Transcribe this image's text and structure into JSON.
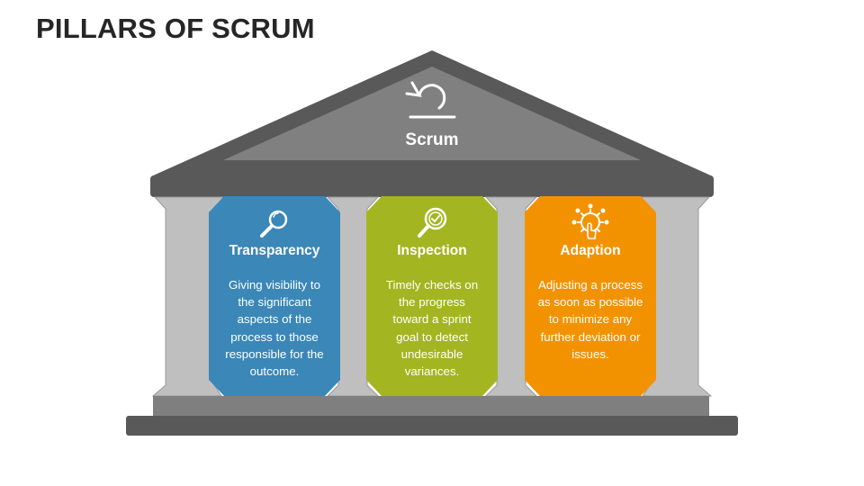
{
  "title": "PILLARS OF SCRUM",
  "roof": {
    "label": "Scrum",
    "icon": "scrum-cycle-icon"
  },
  "pillars": [
    {
      "heading": "Transparency",
      "lines": [
        "Giving visibility to",
        "the significant",
        "aspects of the",
        "process to those",
        "responsible for the",
        "outcome."
      ],
      "color": "#3a87b8",
      "icon": "magnifier-icon"
    },
    {
      "heading": "Inspection",
      "lines": [
        "Timely checks on",
        "the progress",
        "toward a sprint",
        "goal to detect",
        "undesirable",
        "variances."
      ],
      "color": "#a3b520",
      "icon": "magnifier-check-icon"
    },
    {
      "heading": "Adaption",
      "lines": [
        "Adjusting a process",
        "as soon as possible",
        "to minimize any",
        "further deviation or",
        "issues."
      ],
      "color": "#f39200",
      "icon": "gear-hand-icon"
    }
  ],
  "colors": {
    "roof": "#5a5a5a",
    "roof_inner": "#7f7f7f",
    "column": "#bfbfbf",
    "base": "#595959"
  }
}
